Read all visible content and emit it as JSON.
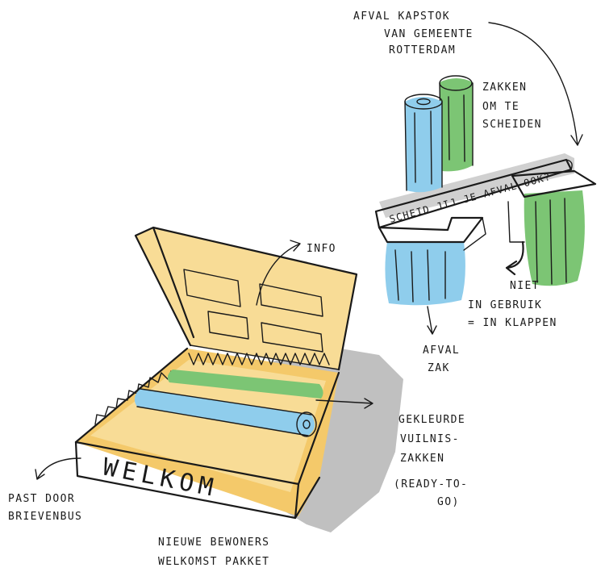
{
  "colors": {
    "box": "#f4c96a",
    "box_light": "#f8dc96",
    "blue": "#8fcdec",
    "green": "#7cc574",
    "shadow": "#b5b5b5",
    "ink": "#1a1a1a"
  },
  "labels": {
    "hanger_title": [
      "AFVAL KAPSTOK",
      "VAN GEMEENTE",
      "ROTTERDAM"
    ],
    "bags_to_separate": [
      "ZAKKEN",
      "OM TE",
      "SCHEIDEN"
    ],
    "sign_text": "SCHEID JIJ JE AFVAL OOK?",
    "fold_note": [
      "NIET",
      "IN GEBRUIK",
      "= IN KLAPPEN"
    ],
    "waste_bag": [
      "AFVAL",
      "ZAK"
    ],
    "info": "INFO",
    "welcome_box_text": "WELKOM",
    "colored_bags": [
      "GEKLEURDE",
      "VUILNIS-",
      "ZAKKEN"
    ],
    "ready_to_go": [
      "(READY-TO-",
      "GO)"
    ],
    "fits_mailbox": [
      "PAST DOOR",
      "BRIEVENBUS"
    ],
    "caption": [
      "NIEUWE BEWONERS",
      "WELKOMST PAKKET"
    ]
  }
}
